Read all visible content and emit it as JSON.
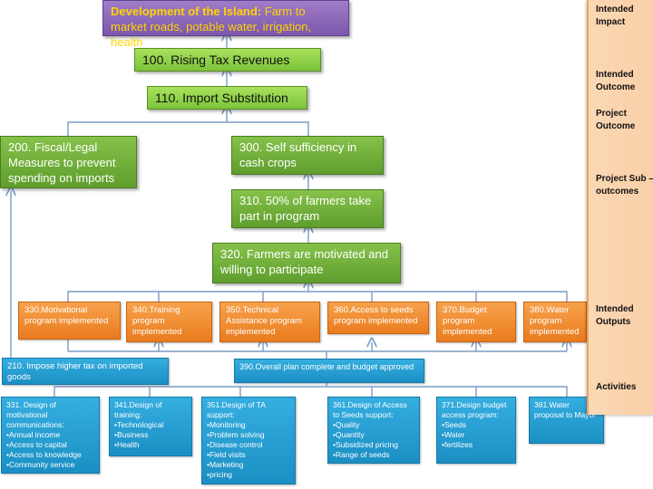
{
  "impact": {
    "title": "Development of the Island:",
    "text": "Farm to market roads, potable water, irrigation, health"
  },
  "outcome_100": "100. Rising Tax Revenues",
  "outcome_110": "110. Import Substitution",
  "project_200": "200.  Fiscal/Legal Measures to prevent spending on imports",
  "project_300": "300. Self sufficiency in cash crops",
  "sub_310": "310. 50% of farmers take part in program",
  "sub_320": "320. Farmers are motivated and willing to participate",
  "outputs": [
    "330.Motivational program implemented",
    "340.Training program implemented",
    "350.Technical Assistance program implemented",
    "360.Access to seeds program implemented",
    "370.Budget program implemented",
    "380.Water program implemented"
  ],
  "activity_210": "210. Impose higher tax on imported goods",
  "activity_390": "390.Overall plan complete and budget approved",
  "activities": [
    {
      "title": "331. Design of motivational communications:",
      "items": [
        "•Annual income",
        "•Access to capital",
        "•Access to knowledge",
        "•Community service"
      ]
    },
    {
      "title": "341.Design of training:",
      "items": [
        "•Technological",
        "•Business",
        "•Health"
      ]
    },
    {
      "title": "351.Design of TA support:",
      "items": [
        "•Monitoring",
        "•Problem solving",
        "•Disease control",
        "•Field visits",
        "•Marketing",
        "•pricing"
      ]
    },
    {
      "title": "361.Design of Access to Seeds support:",
      "items": [
        "•Quality",
        "•Quantity",
        "•Subsidized pricing",
        "•Range of seeds"
      ]
    },
    {
      "title": "371.Design budget access program:",
      "items": [
        "•Seeds",
        "•Water",
        "•fertilizes"
      ]
    },
    {
      "title": "381.Water proposal to Mayor",
      "items": []
    }
  ],
  "sidebar": {
    "impact": "Intended Impact",
    "outcome": "Intended Outcome",
    "project": "Project Outcome",
    "sub": "Project Sub – outcomes",
    "outputs": "Intended Outputs",
    "activities": "Activities"
  },
  "colors": {
    "purple": "#7c57ab",
    "light_green": "#8fd14a",
    "dark_green": "#6aa636",
    "orange": "#f08a2e",
    "blue": "#25a0d6",
    "sidebar": "#fbd3ab",
    "connector": "#7a9cc6"
  }
}
